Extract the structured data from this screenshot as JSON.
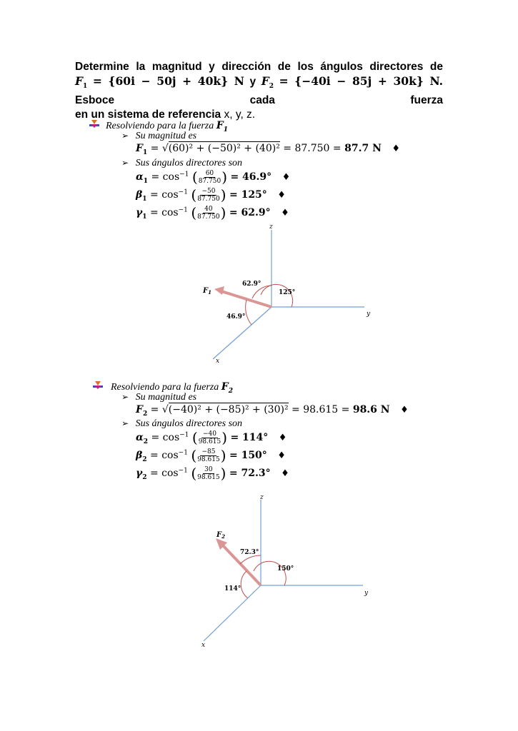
{
  "problem": {
    "line1": "Determine la magnitud y dirección de los ángulos directores de",
    "f1_lhs": "F",
    "f1_sub": "1",
    "f1_rhs": "= {60i − 50j + 40k} N",
    "y_word": "y",
    "f2_lhs": "F",
    "f2_sub": "2",
    "f2_rhs": "= {−40i − 85j + 30k} N.",
    "line2_tail": "Esboce cada fuerza",
    "line3_bold": "en un sistema de referencia",
    "line3_normal": "x, y, z."
  },
  "section1": {
    "heading": "Resolviendo para la fuerza",
    "heading_var": "F",
    "heading_sub": "1",
    "magnitude_label": "Su magnitud es",
    "magnitude_lhs": "F",
    "magnitude_sub": "1",
    "magnitude_radicand": "(60)² + (−50)² + (40)²",
    "magnitude_value": "= 87.750 =",
    "magnitude_result": "87.7 N",
    "angles_label": "Sus ángulos directores son",
    "angles": [
      {
        "symbol": "α",
        "sub": "1",
        "func": "= cos",
        "num": "60",
        "den": "87.750",
        "result": "= 46.9°"
      },
      {
        "symbol": "β",
        "sub": "1",
        "func": "= cos",
        "num": "−50",
        "den": "87.750",
        "result": "= 125°"
      },
      {
        "symbol": "γ",
        "sub": "1",
        "func": "= cos",
        "num": "40",
        "den": "87.750",
        "result": "= 62.9°"
      }
    ],
    "diagram": {
      "axis_z": "z",
      "axis_y": "y",
      "axis_x": "x",
      "force_label": "F",
      "force_sub": "1",
      "angle_gamma": "62.9°",
      "angle_beta": "125°",
      "angle_alpha": "46.9°"
    }
  },
  "section2": {
    "heading": "Resolviendo para la fuerza",
    "heading_var": "F",
    "heading_sub": "2",
    "magnitude_label": "Su magnitud es",
    "magnitude_lhs": "F",
    "magnitude_sub": "2",
    "magnitude_radicand": "(−40)² + (−85)² + (30)²",
    "magnitude_value": "= 98.615 =",
    "magnitude_result": "98.6 N",
    "angles_label": "Sus ángulos directores son",
    "angles": [
      {
        "symbol": "α",
        "sub": "2",
        "func": "= cos",
        "num": "−40",
        "den": "98.615",
        "result": "= 114°"
      },
      {
        "symbol": "β",
        "sub": "2",
        "func": "= cos",
        "num": "−85",
        "den": "98.615",
        "result": "= 150°"
      },
      {
        "symbol": "γ",
        "sub": "2",
        "func": "= cos",
        "num": "30",
        "den": "98.615",
        "result": "= 72.3°"
      }
    ],
    "diagram": {
      "axis_z": "z",
      "axis_y": "y",
      "axis_x": "x",
      "force_label": "F",
      "force_sub": "2",
      "angle_gamma": "72.3°",
      "angle_beta": "150°",
      "angle_alpha": "114°"
    }
  },
  "colors": {
    "axis": "#6f9fd8",
    "force": "#d99694",
    "arc": "#c0504d"
  },
  "symbols": {
    "arrow_bullet": "➢",
    "diamond": "♦",
    "inverse": "−1",
    "sqrt": "√"
  }
}
